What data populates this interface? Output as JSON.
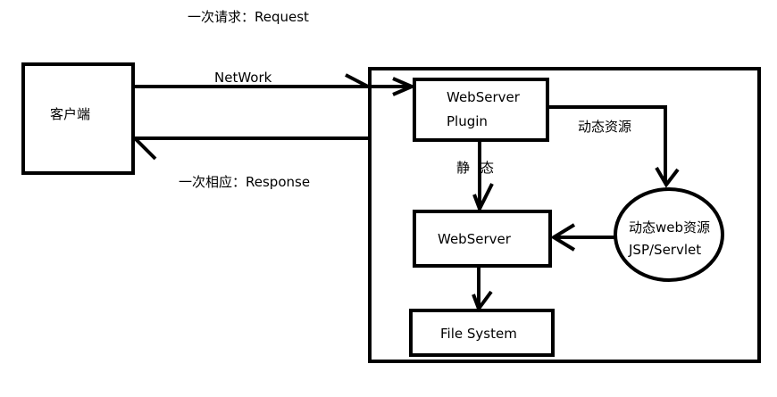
{
  "labels": {
    "request": "一次请求：Request",
    "response": "一次相应：Response",
    "network": "NetWork",
    "client": "客户端",
    "plugin_line1": "WebServer",
    "plugin_line2": "Plugin",
    "dynamic_resource": "动态资源",
    "static_char1": "静",
    "static_char2": "态",
    "webserver": "WebServer",
    "dyn_web_line1": "动态web资源",
    "dyn_web_line2": "JSP/Servlet",
    "file_system": "File System"
  },
  "colors": {
    "stroke": "#000000",
    "background": "#ffffff"
  }
}
